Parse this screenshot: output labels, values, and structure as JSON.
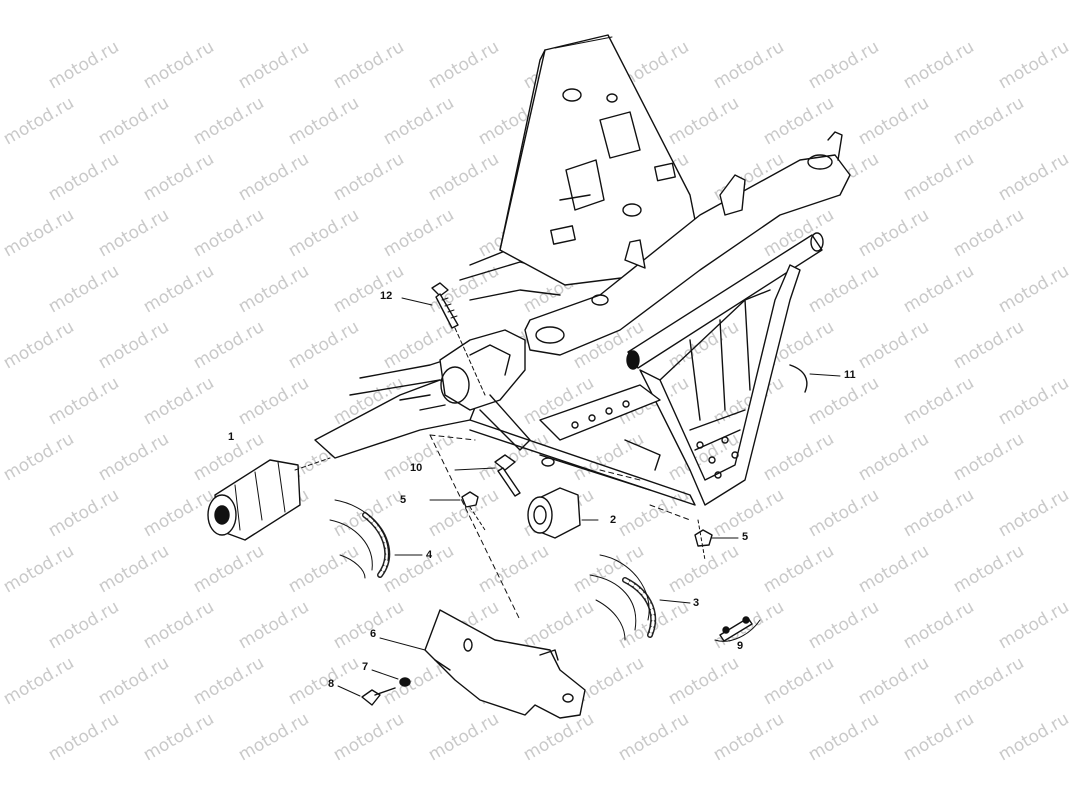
{
  "watermark": "motod.ru",
  "callouts": {
    "c1": "1",
    "c2": "2",
    "c3": "3",
    "c4": "4",
    "c5a": "5",
    "c5b": "5",
    "c6": "6",
    "c7": "7",
    "c8": "8",
    "c9": "9",
    "c10": "10",
    "c11": "11",
    "c12": "12"
  }
}
